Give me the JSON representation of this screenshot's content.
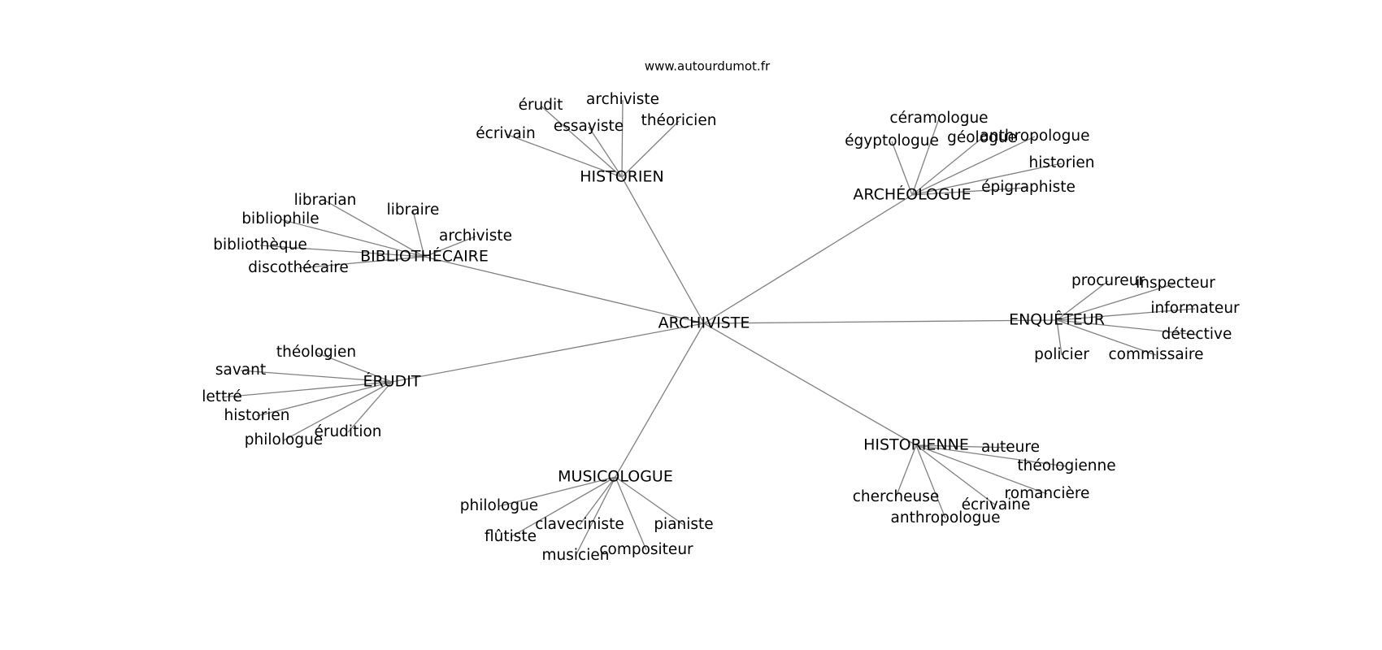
{
  "watermark": "www.autourdumot.fr",
  "root": "ARCHIVISTE",
  "clusters": [
    {
      "id": "historien",
      "label": "HISTORIEN",
      "leaves": [
        "érudit",
        "archiviste",
        "essayiste",
        "théoricien",
        "écrivain"
      ]
    },
    {
      "id": "archeologue",
      "label": "ARCHÉOLOGUE",
      "leaves": [
        "céramologue",
        "égyptologue",
        "géologue",
        "anthropologue",
        "historien",
        "épigraphiste"
      ]
    },
    {
      "id": "bibliothecaire",
      "label": "BIBLIOTHÉCAIRE",
      "leaves": [
        "librarian",
        "libraire",
        "bibliophile",
        "archiviste",
        "bibliothèque",
        "discothécaire"
      ]
    },
    {
      "id": "enqueteur",
      "label": "ENQUÊTEUR",
      "leaves": [
        "procureur",
        "inspecteur",
        "informateur",
        "détective",
        "policier",
        "commissaire"
      ]
    },
    {
      "id": "erudit",
      "label": "ÉRUDIT",
      "leaves": [
        "théologien",
        "savant",
        "lettré",
        "historien",
        "philologue",
        "érudition"
      ]
    },
    {
      "id": "historienne",
      "label": "HISTORIENNE",
      "leaves": [
        "auteure",
        "théologienne",
        "romancière",
        "chercheuse",
        "écrivaine",
        "anthropologue"
      ]
    },
    {
      "id": "musicologue",
      "label": "MUSICOLOGUE",
      "leaves": [
        "philologue",
        "claveciniste",
        "pianiste",
        "flûtiste",
        "compositeur",
        "musicien"
      ]
    }
  ]
}
